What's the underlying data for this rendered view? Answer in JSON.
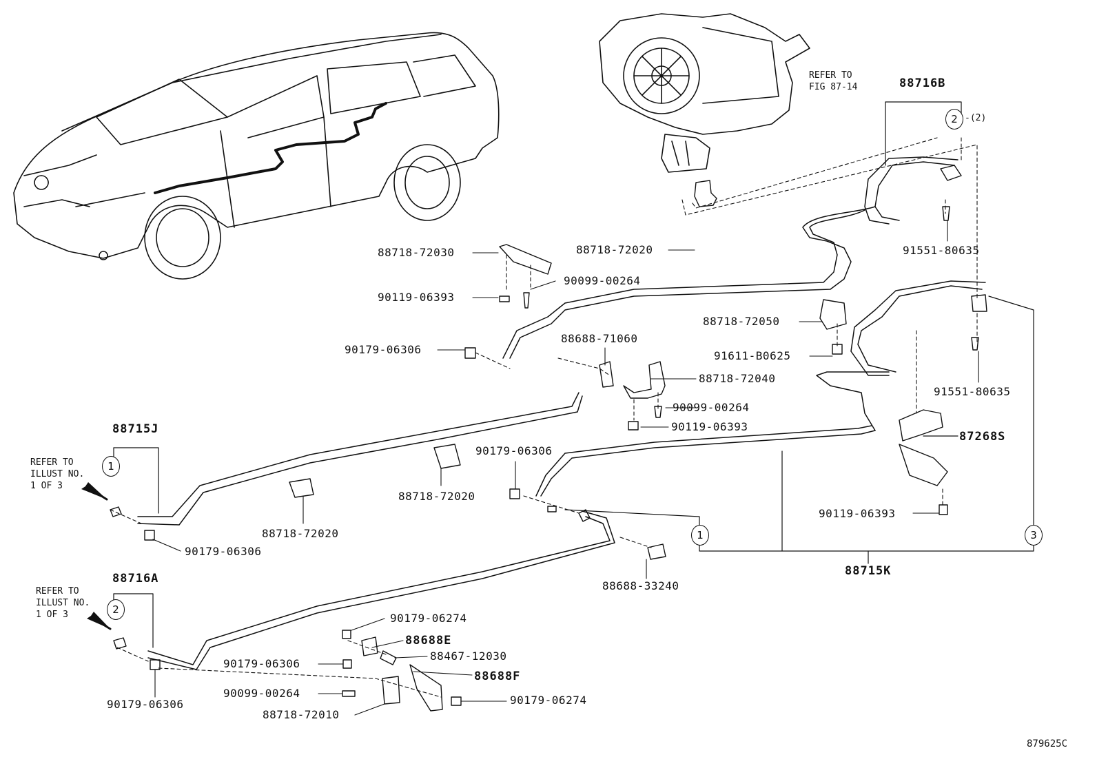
{
  "refer_fig": "REFER TO\nFIG 87-14",
  "refer_illust_1": "REFER TO\nILLUST NO.\n1 OF 3",
  "refer_illust_2": "REFER TO\nILLUST NO.\n1 OF 3",
  "callout_1": "1",
  "callout_2": "2",
  "callout_3": "3",
  "qty_2": "-(2)",
  "diagram_code": "879625C",
  "groups": {
    "g_88716B": "88716B",
    "g_88715J": "88715J",
    "g_88716A": "88716A",
    "g_88715K": "88715K",
    "g_87268S": "87268S",
    "g_88688E": "88688E",
    "g_88688F": "88688F"
  },
  "parts": {
    "p_88718_72030": "88718-72030",
    "p_88718_72020_top": "88718-72020",
    "p_91551_80635_a": "91551-80635",
    "p_90099_00264_a": "90099-00264",
    "p_90119_06393_a": "90119-06393",
    "p_88718_72050": "88718-72050",
    "p_90179_06306_a": "90179-06306",
    "p_88688_71060": "88688-71060",
    "p_91611_B0625": "91611-B0625",
    "p_91551_80635_b": "91551-80635",
    "p_88718_72040": "88718-72040",
    "p_90099_00264_b": "90099-00264",
    "p_90119_06393_b": "90119-06393",
    "p_90179_06306_b": "90179-06306",
    "p_88718_72020_mid": "88718-72020",
    "p_88718_72020_low": "88718-72020",
    "p_90119_06393_c": "90119-06393",
    "p_90179_06306_c": "90179-06306",
    "p_88688_33240": "88688-33240",
    "p_90179_06274_a": "90179-06274",
    "p_88467_12030": "88467-12030",
    "p_90179_06306_d": "90179-06306",
    "p_90099_00264_c": "90099-00264",
    "p_90179_06274_b": "90179-06274",
    "p_88718_72010": "88718-72010",
    "p_90179_06306_e": "90179-06306"
  }
}
